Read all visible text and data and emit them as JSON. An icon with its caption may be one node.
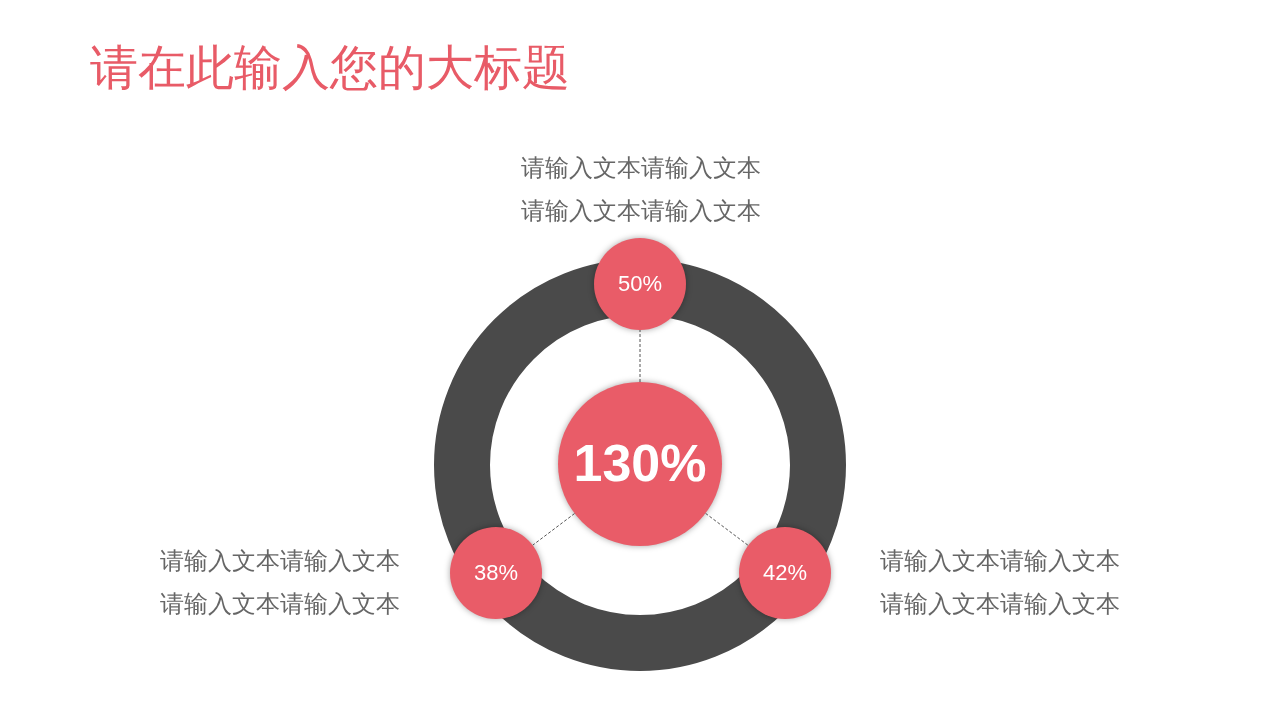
{
  "diagram": {
    "title": "请在此输入您的大标题",
    "nodes": [
      {
        "text": [
          "50%"
        ],
        "beside": [
          "请输入文本请输入文本请输入文本请输入文本"
        ]
      },
      {
        "text": [
          "130%"
        ]
      },
      {
        "text": [
          "38%"
        ],
        "beside": [
          "请输入文本请输入文本请输入文本请输入文本"
        ]
      },
      {
        "text": [
          "42%"
        ],
        "beside": [
          "请输入文本请输入文本请输入文本请输入文本"
        ]
      }
    ],
    "edges": [
      {
        "from": 1,
        "to": 0,
        "arrow": "none",
        "style": "dashed"
      },
      {
        "from": 1,
        "to": 2,
        "arrow": "none",
        "style": "dashed"
      },
      {
        "from": 1,
        "to": 3,
        "arrow": "none",
        "style": "dashed"
      }
    ]
  }
}
